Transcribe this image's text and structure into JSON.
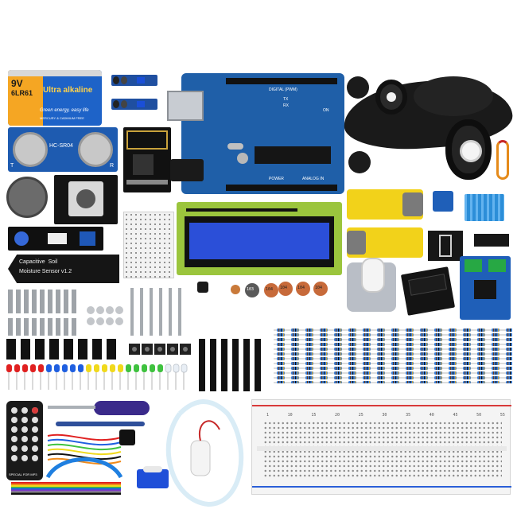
{
  "battery": {
    "voltage": "9V",
    "model": "6LR61",
    "brand": "Ultra alkaline",
    "tagline": "Green energy, easy life",
    "fineprint": "MERCURY & CADMIUM FREE"
  },
  "ultrasonic": {
    "model": "HC-SR04",
    "pin_t": "T",
    "pin_r": "R"
  },
  "soil_sensor": {
    "line1": "Capacitive  Soil",
    "line2": "Moisture Sensor v1.2"
  },
  "board": {
    "digital_label": "DIGITAL (PWM)",
    "tx": "TX",
    "rx": "RX",
    "on": "ON",
    "power_label": "POWER",
    "analog_label": "ANALOG IN"
  },
  "capacitors": [
    "103",
    "104",
    "104",
    "104",
    "104"
  ],
  "breadboard_numbers": [
    "1",
    "10",
    "15",
    "20",
    "25",
    "30",
    "35",
    "40",
    "45",
    "50",
    "55"
  ],
  "remote": {
    "label": "SPECIAL FOR MP3"
  },
  "colors": {
    "board_blue": "#1f5fa8",
    "battery_orange": "#f5a623",
    "battery_blue": "#1e63c8",
    "lcd_green": "#9bc53d",
    "lcd_screen": "#2b4fd8",
    "motor_yellow": "#f2d21a",
    "chassis_black": "#1a1a1a"
  }
}
